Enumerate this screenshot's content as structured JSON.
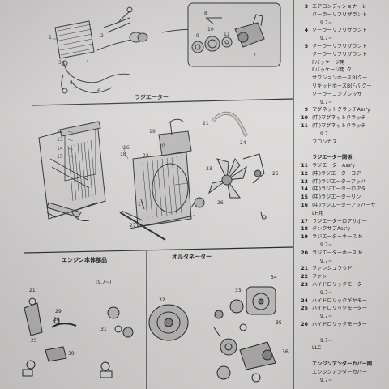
{
  "section_titles": {
    "radiator": "ラジエーター",
    "engine_parts": "エンジン本体部品",
    "alternator": "オルタネーター"
  },
  "date_markers": {
    "engine_parts": "(9.7~)"
  },
  "callouts": {
    "top_left": [
      "1",
      "2",
      "3",
      "4",
      "5",
      "6"
    ],
    "top_right": [
      "7",
      "8",
      "9",
      "10",
      "11"
    ],
    "radiator": [
      "12",
      "13",
      "14",
      "15",
      "16",
      "17",
      "18",
      "19",
      "20",
      "21",
      "22",
      "23",
      "24",
      "25",
      "26",
      "27"
    ],
    "engine_parts": [
      "21",
      "29",
      "28",
      "25",
      "30",
      "31"
    ],
    "alternator": [
      "32",
      "33",
      "34",
      "35",
      "36"
    ]
  },
  "parts_list": [
    {
      "no": "3",
      "name": "エアコンディショナーレ"
    },
    {
      "no": "",
      "name": "クーラーリフリザラント"
    },
    {
      "no": "",
      "name": "9.7~"
    },
    {
      "no": "4",
      "name": "クーラーリフリザラント"
    },
    {
      "no": "",
      "name": "9.7~"
    },
    {
      "no": "5",
      "name": "クーラーリフリザラント"
    },
    {
      "no": "",
      "name": "クーラーリフリザラント"
    },
    {
      "no": "",
      "name": "Fバッケージ用"
    },
    {
      "no": "",
      "name": "Fバッケージ用 ク"
    },
    {
      "no": "",
      "name": "サクションホースB(クー"
    },
    {
      "no": "",
      "name": "リキッドホースB(Fバ クー"
    },
    {
      "no": "",
      "name": "クーラーコンプレッサ"
    },
    {
      "no": "",
      "name": "9.7~"
    },
    {
      "no": "9",
      "name": "マグネットクラッチAss'y"
    },
    {
      "no": "10",
      "name": "(中)マグネットクラッチ"
    },
    {
      "no": "11",
      "name": "(中)マグネットクラッチ"
    },
    {
      "no": "",
      "name": "9.7"
    },
    {
      "no": "",
      "name": "フロンガス"
    },
    {
      "no": "",
      "name": ""
    },
    {
      "no": "",
      "name": "ラジエーター関係"
    },
    {
      "no": "11",
      "name": "ラジエーターAss'y"
    },
    {
      "no": "12",
      "name": "(中)ラジエーターコア"
    },
    {
      "no": "13",
      "name": "(中)ラジエーターアッパ"
    },
    {
      "no": "14",
      "name": "(中)ラジエーターロアタ"
    },
    {
      "no": "15",
      "name": "(中)ラジエーターリン"
    },
    {
      "no": "16",
      "name": "(中)ラジエーターアッパーサ"
    },
    {
      "no": "",
      "name": "LH用"
    },
    {
      "no": "17",
      "name": "ラジエーターロアサポー"
    },
    {
      "no": "18",
      "name": "タンクサブAss'y"
    },
    {
      "no": "19",
      "name": "ラジエーターホース N"
    },
    {
      "no": "",
      "name": "9.7~"
    },
    {
      "no": "20",
      "name": "ラジエーターホース N"
    },
    {
      "no": "",
      "name": "9.7~"
    },
    {
      "no": "21",
      "name": "ファンシュラウド"
    },
    {
      "no": "22",
      "name": "ファン"
    },
    {
      "no": "23",
      "name": "ハイドロリックモーター"
    },
    {
      "no": "",
      "name": "9.7~"
    },
    {
      "no": "24",
      "name": "ハイドロリックギヤモー"
    },
    {
      "no": "25",
      "name": "ハイドロリックモーター"
    },
    {
      "no": "",
      "name": "9.7~"
    },
    {
      "no": "26",
      "name": "ハイドロリックモーター"
    },
    {
      "no": "",
      "name": ""
    },
    {
      "no": "",
      "name": "9.7~"
    },
    {
      "no": "",
      "name": "LLC"
    },
    {
      "no": "",
      "name": ""
    },
    {
      "no": "",
      "name": "エンジンアンダーカバー関"
    },
    {
      "no": "",
      "name": "エンジンアンダーカバー"
    },
    {
      "no": "",
      "name": "9.7~"
    }
  ]
}
